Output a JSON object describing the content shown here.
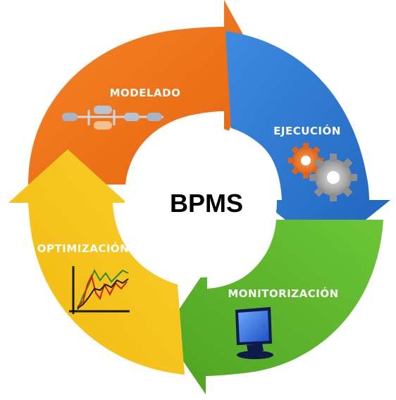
{
  "diagram": {
    "center_label": "BPMS",
    "stages": [
      {
        "id": "modelado",
        "label": "MODELADO",
        "color": "#f07a1c",
        "icon": "process-flow-icon"
      },
      {
        "id": "ejecucion",
        "label": "EJECUCIÓN",
        "color": "#2a78d2",
        "icon": "gears-icon"
      },
      {
        "id": "monitorizacion",
        "label": "MONITORIZACIÓN",
        "color": "#5db52a",
        "icon": "monitor-icon"
      },
      {
        "id": "optimizacion",
        "label": "OPTIMIZACIÓN",
        "color": "#f5c416",
        "icon": "line-chart-icon"
      }
    ]
  }
}
